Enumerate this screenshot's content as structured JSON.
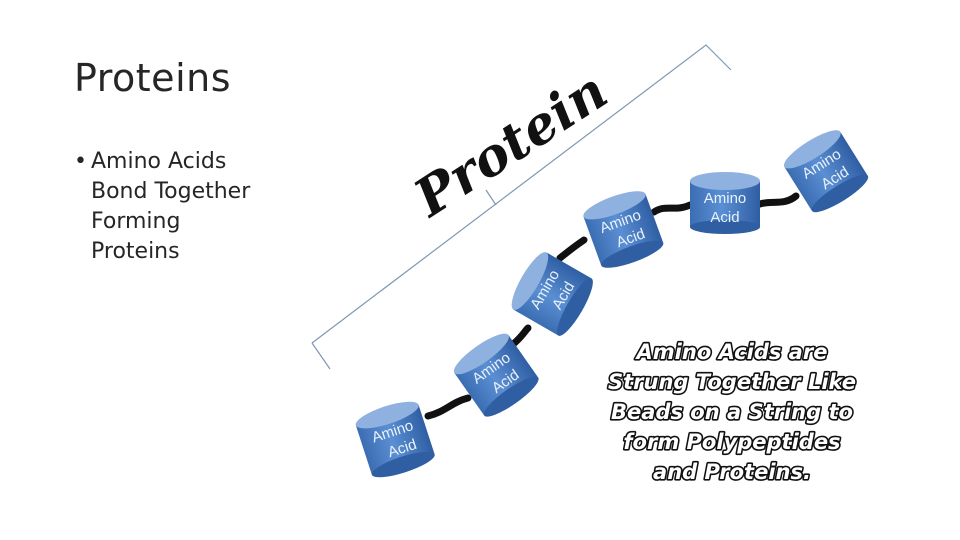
{
  "slide": {
    "title": "Proteins",
    "bullets": [
      "Amino Acids Bond Together Forming Proteins"
    ]
  },
  "diagram": {
    "bracket_label": "Protein",
    "bead_label_line1": "Amino",
    "bead_label_line2": "Acid",
    "bead_count": 6,
    "caption_lines": [
      "Amino Acids are",
      "Strung Together Like",
      "Beads on a String to",
      "form Polypeptides",
      "and Proteins."
    ],
    "colors": {
      "bead_fill": "#4d7fc4",
      "bead_top": "#8fb1df",
      "connector": "#111111",
      "bracket": "#7f97b3"
    }
  }
}
